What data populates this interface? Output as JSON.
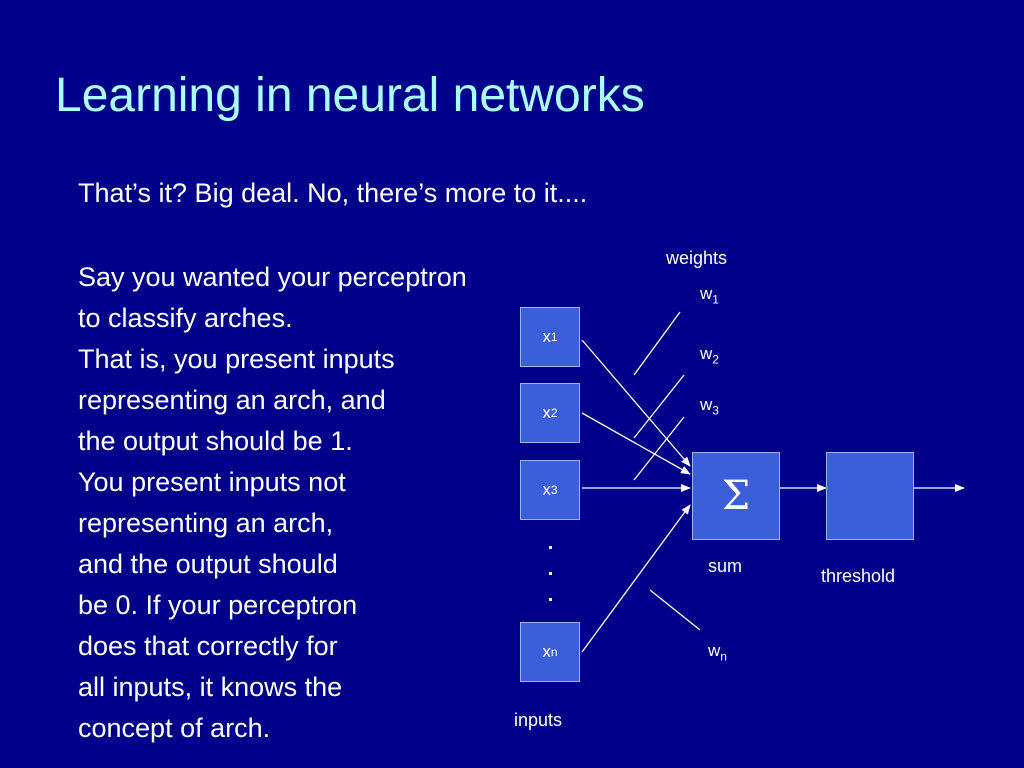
{
  "slide": {
    "title": "Learning in neural networks",
    "intro_line": "That’s it?  Big deal.  No, there’s more to it....",
    "body_lines": [
      "Say you wanted your perceptron",
      "to classify arches.",
      "That is, you present inputs",
      "representing an arch, and",
      "the output should be 1.",
      "You present inputs not",
      "representing an arch,",
      "and the output should",
      "be 0.  If your perceptron",
      "does that correctly for",
      "all inputs, it knows the",
      "concept of arch."
    ]
  },
  "diagram": {
    "weights_label": "weights",
    "inputs_label": "inputs",
    "sum_label": "sum",
    "threshold_label": "threshold",
    "sum_symbol": "Σ",
    "input_nodes": [
      {
        "base": "x",
        "sub": "1"
      },
      {
        "base": "x",
        "sub": "2"
      },
      {
        "base": "x",
        "sub": "3"
      },
      {
        "base": "x",
        "sub": "n"
      }
    ],
    "weight_labels": [
      {
        "base": "w",
        "sub": "1"
      },
      {
        "base": "w",
        "sub": "2"
      },
      {
        "base": "w",
        "sub": "3"
      },
      {
        "base": "w",
        "sub": "n"
      }
    ]
  },
  "colors": {
    "background": "#00008b",
    "title": "#aaffff",
    "node_fill": "#3a5fd9",
    "text": "#ffffff"
  }
}
